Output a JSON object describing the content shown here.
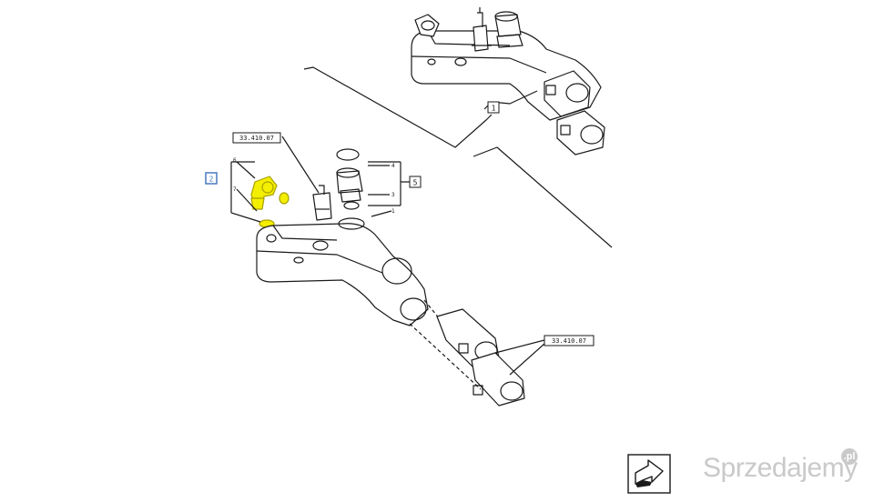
{
  "colors": {
    "line": "#1a1a1a",
    "highlight": "#f4ee00",
    "highlight_stroke": "#a8a000",
    "callout_box": "#4a78c0",
    "watermark": "#c9c9c9"
  },
  "references": {
    "top_left": "33.410.07",
    "bottom_right": "33.410.07"
  },
  "item_numbers": {
    "n1": "1",
    "n2": "2",
    "n3": "3",
    "n4": "4",
    "n5": "5",
    "n6": "6",
    "n7": "7"
  },
  "watermark": {
    "text": "Sprzedajemy",
    "badge": ".pl"
  },
  "icons": {
    "nav": "arrow-next-page-icon"
  }
}
